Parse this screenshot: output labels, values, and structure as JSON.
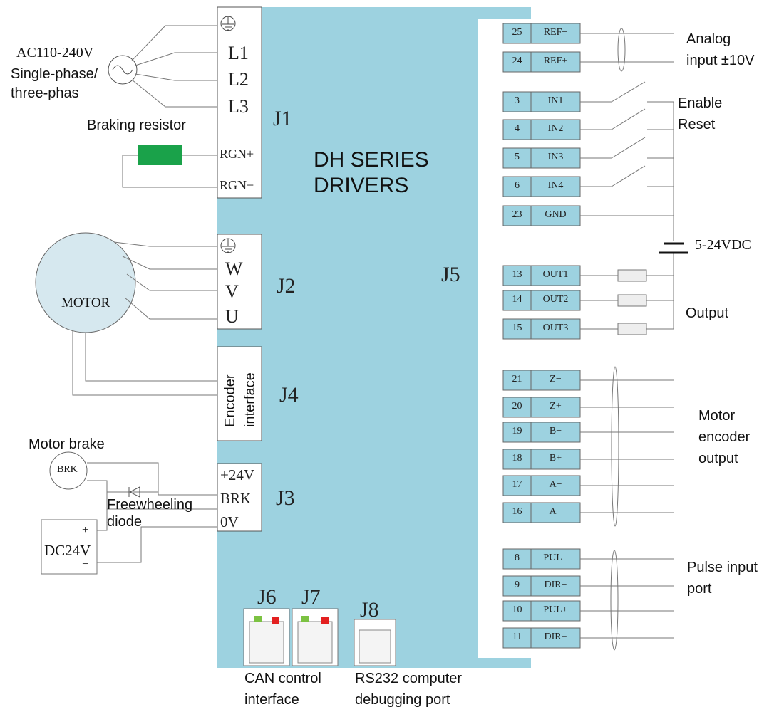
{
  "title": [
    "DH SERIES",
    "DRIVERS"
  ],
  "power": {
    "label": [
      "AC110-240V",
      "Single-phase/",
      "three-phas"
    ],
    "terminals": [
      "L1",
      "L2",
      "L3"
    ]
  },
  "braking": {
    "label": "Braking resistor",
    "terminals": [
      "RGN+",
      "RGN−"
    ]
  },
  "motor": {
    "label": "MOTOR",
    "terminals": [
      "W",
      "V",
      "U"
    ]
  },
  "encoder": {
    "label": [
      "Encoder",
      "interface"
    ]
  },
  "brake": {
    "label": "Motor brake",
    "brk": "BRK",
    "terminals": [
      "+24V",
      "BRK",
      "0V"
    ],
    "diode": [
      "Freewheeling",
      "diode"
    ],
    "supply": "DC24V",
    "plus": "+",
    "minus": "−"
  },
  "connectors": {
    "j1": "J1",
    "j2": "J2",
    "j3": "J3",
    "j4": "J4",
    "j5": "J5",
    "j6": "J6",
    "j7": "J7",
    "j8": "J8"
  },
  "pins": [
    {
      "num": "25",
      "name": "REF−"
    },
    {
      "num": "24",
      "name": "REF+"
    },
    {
      "num": "3",
      "name": "IN1"
    },
    {
      "num": "4",
      "name": "IN2"
    },
    {
      "num": "5",
      "name": "IN3"
    },
    {
      "num": "6",
      "name": "IN4"
    },
    {
      "num": "23",
      "name": "GND"
    },
    {
      "num": "13",
      "name": "OUT1"
    },
    {
      "num": "14",
      "name": "OUT2"
    },
    {
      "num": "15",
      "name": "OUT3"
    },
    {
      "num": "21",
      "name": "Z−"
    },
    {
      "num": "20",
      "name": "Z+"
    },
    {
      "num": "19",
      "name": "B−"
    },
    {
      "num": "18",
      "name": "B+"
    },
    {
      "num": "17",
      "name": "A−"
    },
    {
      "num": "16",
      "name": "A+"
    },
    {
      "num": "8",
      "name": "PUL−"
    },
    {
      "num": "9",
      "name": "DIR−"
    },
    {
      "num": "10",
      "name": "PUL+"
    },
    {
      "num": "11",
      "name": "DIR+"
    }
  ],
  "right_labels": {
    "analog": [
      "Analog",
      "input ±10V"
    ],
    "enable": "Enable",
    "reset": "Reset",
    "vdc": "5-24VDC",
    "output": "Output",
    "encoder_out": [
      "Motor",
      "encoder",
      "output"
    ],
    "pulse": [
      "Pulse input",
      "port"
    ]
  },
  "bottom": {
    "can": [
      "CAN control",
      "interface"
    ],
    "rs232": [
      "RS232 computer",
      "debugging port"
    ]
  },
  "colors": {
    "panel": "#9dd2e0",
    "line": "#555555",
    "resistor": "#1aa24a",
    "led_green": "#7cc242",
    "led_red": "#e32020"
  }
}
